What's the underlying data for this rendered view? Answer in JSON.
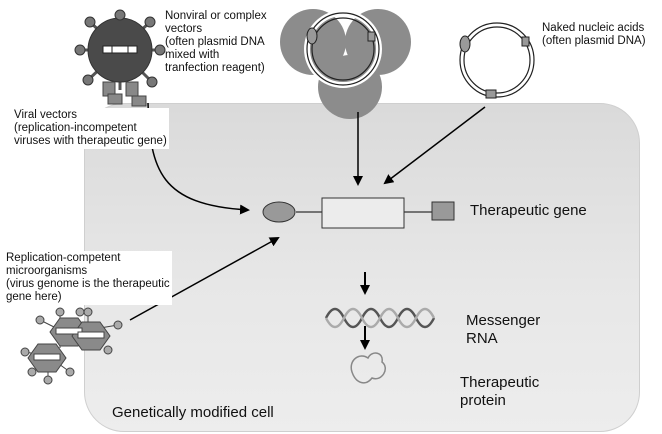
{
  "labels": {
    "nonviral": "Nonviral or complex\nvectors\n(often plasmid DNA\nmixed with\ntranfection reagent)",
    "naked": "Naked nucleic acids\n(often plasmid DNA)",
    "viral": "Viral vectors\n(replication-incompetent\nviruses with therapeutic gene)",
    "replication": "Replication-competent\nmicroorganisms\n(virus genome is the therapeutic\ngene here)",
    "gene": "Therapeutic gene",
    "mrna": "Messenger\nRNA",
    "protein": "Therapeutic\nprotein",
    "cell": "Genetically modified cell"
  }
}
